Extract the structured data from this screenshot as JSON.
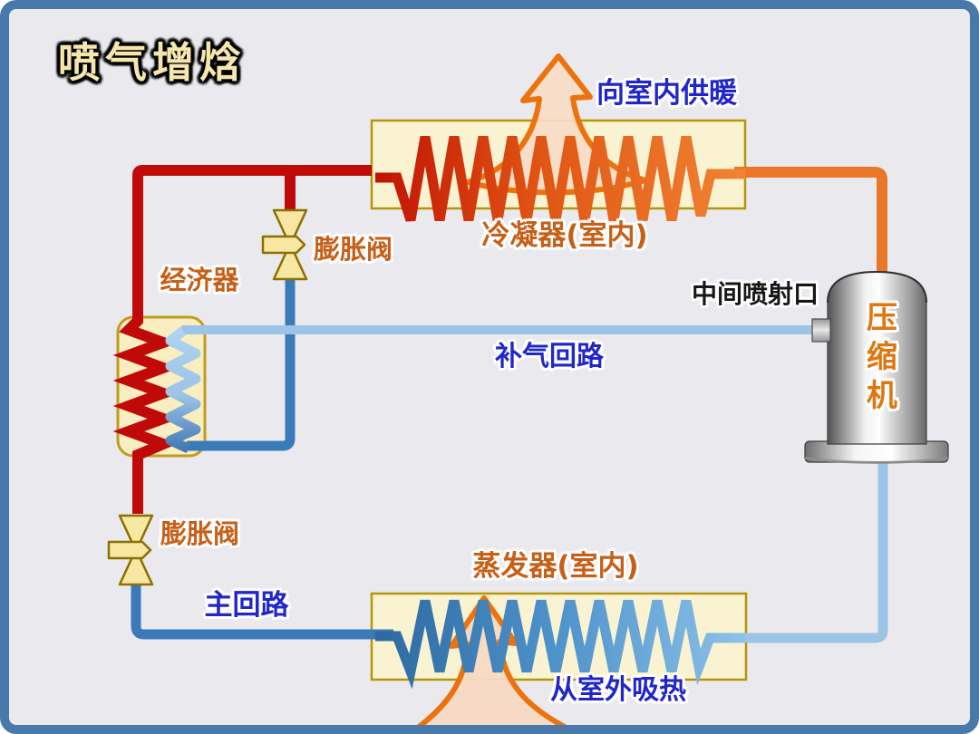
{
  "title": "喷气增焓",
  "components": {
    "condenser": {
      "label": "冷凝器(室内)"
    },
    "evaporator": {
      "label": "蒸发器(室内)"
    },
    "economizer": {
      "label": "经济器"
    },
    "compressor": {
      "label": "压缩机"
    },
    "expansion_valve_top": {
      "label": "膨胀阀"
    },
    "expansion_valve_bottom": {
      "label": "膨胀阀"
    },
    "injection_port": {
      "label": "中间喷射口"
    }
  },
  "flows": {
    "heat_to_indoor": "向室内供暖",
    "heat_from_outdoor": "从室外吸热",
    "injection_circuit": "补气回路",
    "main_circuit": "主回路"
  },
  "colors": {
    "frame": "#4879aa",
    "background": "#eaeaee",
    "hot_liquid_pipe": "#c00a0a",
    "discharge_pipe": "#ea7627",
    "suction_pipe": "#9cc4e6",
    "intermediate_pipe": "#3b7ab8",
    "heat_exchanger_fill": "#faf3d2",
    "heat_exchanger_border": "#b5950a",
    "valve_fill": "#f7e7a3",
    "valve_border": "#8a7000",
    "label_orange": "#c65f17",
    "label_blue": "#2126c8",
    "title_cream": "#f5e6ae",
    "arrow_orange": "#ec720d",
    "arrow_fill": "#f9dcc6"
  }
}
